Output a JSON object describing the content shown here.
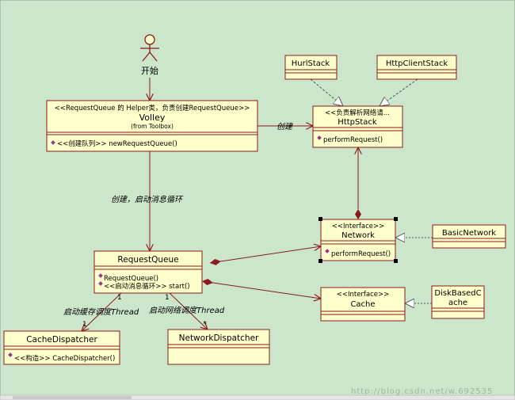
{
  "colors": {
    "background": "#cbe6cb",
    "box_fill": "#ffffcc",
    "box_stroke": "#8c1a1a",
    "operation_icon": "#993399",
    "text": "#000000"
  },
  "actor": {
    "label": "开始"
  },
  "classes": {
    "volley": {
      "stereotype": "<<RequestQueue 的 Helper类，负责创建RequestQueue>>",
      "name": "Volley",
      "package": "(from Toolbox)",
      "operations": [
        "<<创建队列>> newRequestQueue()"
      ]
    },
    "hurlstack": {
      "name": "HurlStack"
    },
    "httpclientstack": {
      "name": "HttpClientStack"
    },
    "httpstack": {
      "stereotype": "<<负责解析网络请...",
      "name": "HttpStack",
      "operations": [
        "performRequest()"
      ]
    },
    "network": {
      "stereotype": "<<Interface>>",
      "name": "Network",
      "operations": [
        "performRequest()"
      ]
    },
    "basicnetwork": {
      "name": "BasicNetwork"
    },
    "requestqueue": {
      "name": "RequestQueue",
      "operations": [
        "RequestQueue()",
        "<<启动消息循环>> start()"
      ]
    },
    "cache": {
      "stereotype": "<<Interface>>",
      "name": "Cache"
    },
    "diskbasedcache": {
      "name_line1": "DiskBasedC",
      "name_line2": "ache"
    },
    "cachedispatcher": {
      "name": "CacheDispatcher",
      "operations": [
        "<<构造>> CacheDispatcher()"
      ]
    },
    "networkdispatcher": {
      "name": "NetworkDispatcher"
    }
  },
  "relations": {
    "create": "创建",
    "create_start_loop": "创建，启动消息循环",
    "start_cache_thread": "启动缓存调度Thread",
    "start_network_thread": "启动网络调度Thread"
  },
  "multiplicity": {
    "rq_cache_end": "1",
    "cache_end": "1",
    "rq_network_end": "1",
    "network_end": "*"
  },
  "watermark": "http://blog.csdn.net/w.692535"
}
